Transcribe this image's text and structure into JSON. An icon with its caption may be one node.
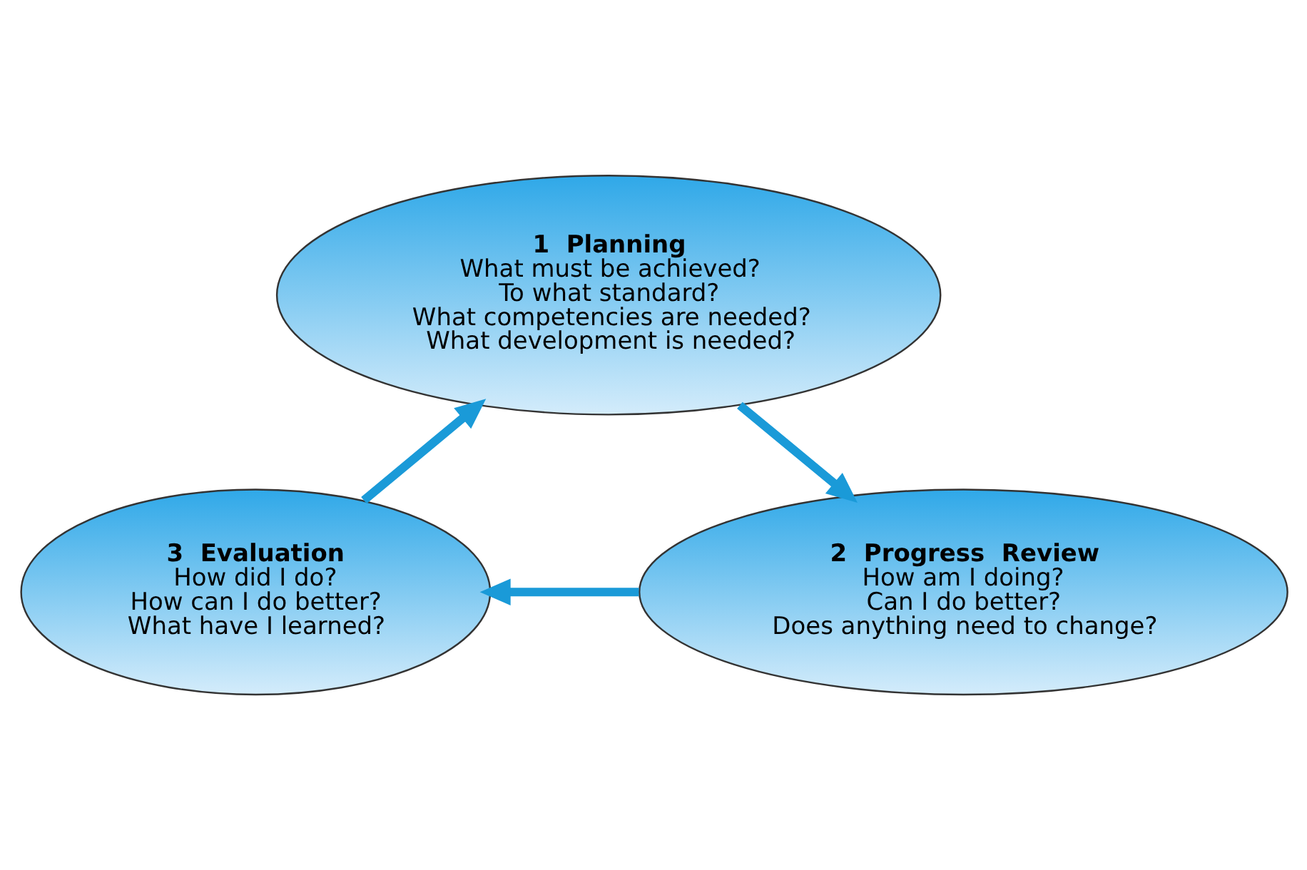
{
  "diagram": {
    "nodes": [
      {
        "text": [
          "1  Planning",
          "What must be achieved?",
          "To what standard?",
          "What competencies are needed?",
          "What development is needed?"
        ]
      },
      {
        "text": [
          "2  Progress  Review",
          "How am I doing?",
          "Can I do better?",
          "Does anything need to change?"
        ]
      },
      {
        "text": [
          "3  Evaluation",
          "How did I do?",
          "How can I do better?",
          "What have I learned?"
        ]
      }
    ],
    "edges": [
      {
        "from": 0,
        "to": 1,
        "arrow": "to"
      },
      {
        "from": 1,
        "to": 2,
        "arrow": "to"
      },
      {
        "from": 2,
        "to": 0,
        "arrow": "to"
      }
    ]
  }
}
